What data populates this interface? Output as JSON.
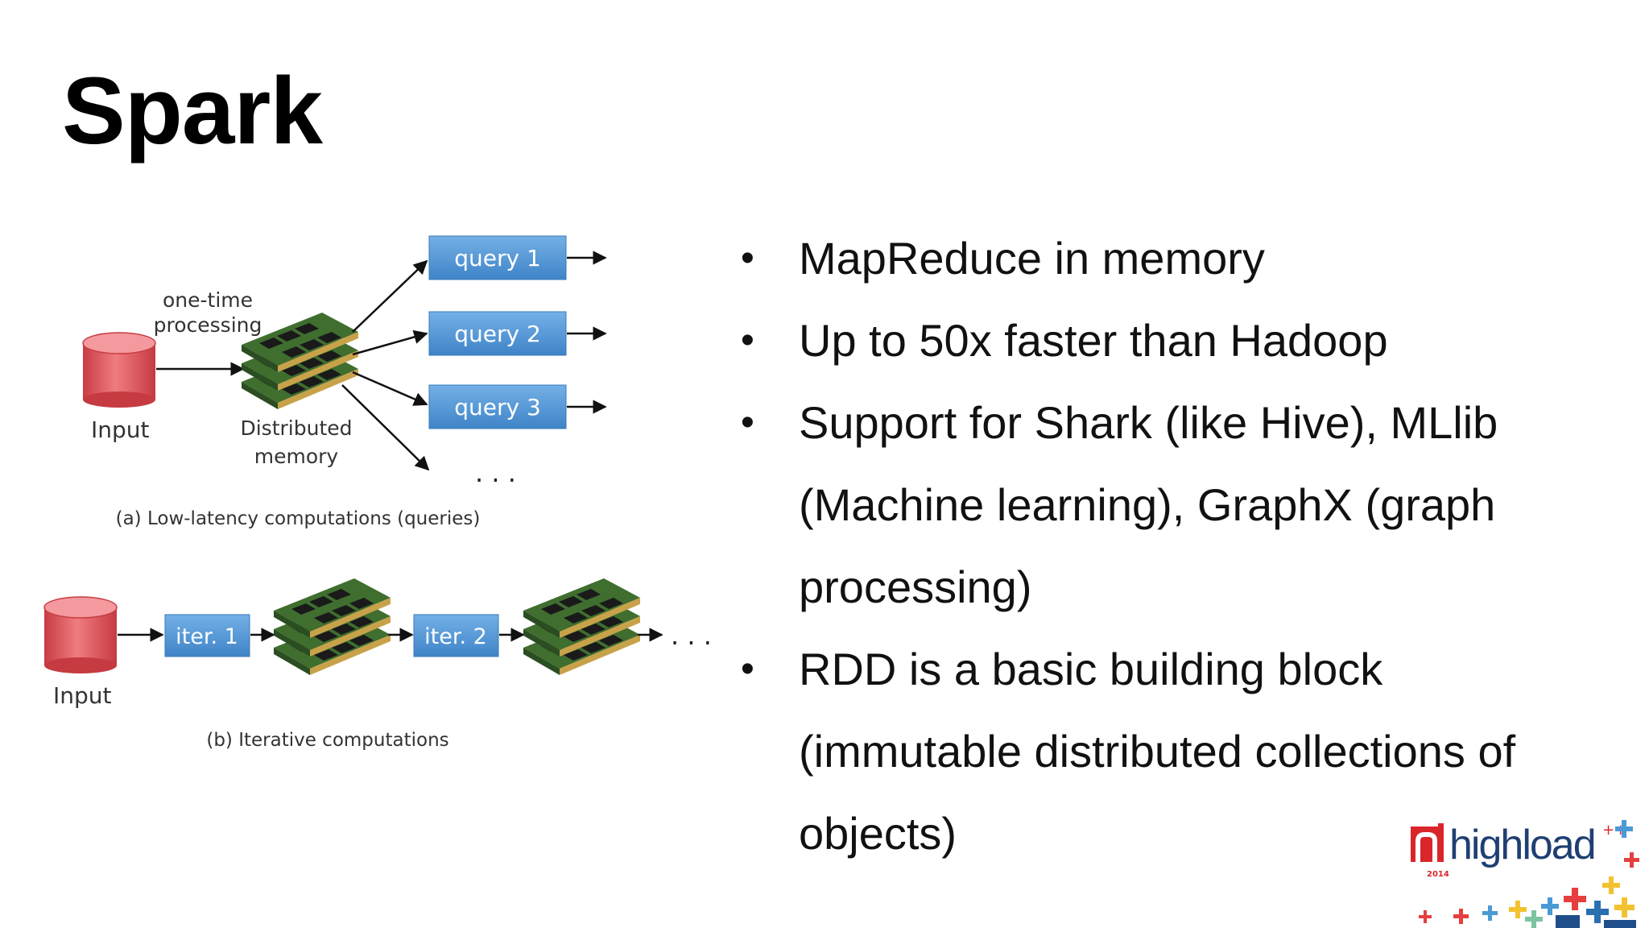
{
  "slide": {
    "title": "Spark",
    "bullets": [
      "MapReduce in memory",
      "Up to 50x faster than Hadoop",
      "Support for Shark (like Hive), MLlib (Machine learning), GraphX (graph processing)",
      "RDD is a basic building block (immutable distributed collections of objects)"
    ]
  },
  "diagram_a": {
    "input_label": "Input",
    "processing_label_1": "one-time",
    "processing_label_2": "processing",
    "memory_label_1": "Distributed",
    "memory_label_2": "memory",
    "queries": [
      "query 1",
      "query 2",
      "query 3"
    ],
    "ellipsis": ". . .",
    "caption": "(a) Low-latency computations (queries)"
  },
  "diagram_b": {
    "input_label": "Input",
    "iterations": [
      "iter. 1",
      "iter. 2"
    ],
    "ellipsis": ". . .",
    "caption": "(b) Iterative computations"
  },
  "logo": {
    "text": "highload",
    "superscript": "++",
    "year": "2014"
  },
  "colors": {
    "query_box": "#5b9bd5",
    "cylinder": "#e0585c",
    "memory_board": "#4a7a3a"
  }
}
